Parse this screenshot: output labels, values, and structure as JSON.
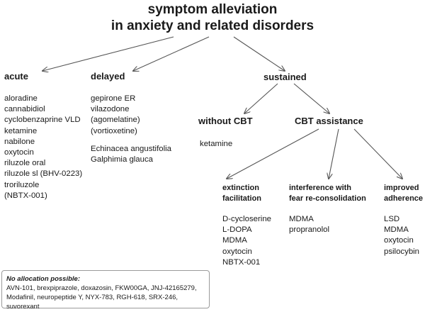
{
  "title": [
    "symptom alleviation",
    "in anxiety and related disorders"
  ],
  "acute": {
    "heading": "acute",
    "items": [
      "aloradine",
      "cannabidiol",
      "cyclobenzaprine VLD",
      "ketamine",
      "nabilone",
      "oxytocin",
      "riluzole oral",
      "riluzole sl (BHV-0223)",
      "troriluzole",
      "(NBTX-001)"
    ]
  },
  "delayed": {
    "heading": "delayed",
    "items": [
      "gepirone ER",
      "vilazodone",
      "(agomelatine)",
      "(vortioxetine)"
    ],
    "items2": [
      "Echinacea angustifolia",
      "Galphimia glauca"
    ]
  },
  "sustained": {
    "heading": "sustained"
  },
  "without_cbt": {
    "heading": "without CBT",
    "items": [
      "ketamine"
    ]
  },
  "cbt_assistance": {
    "heading": "CBT assistance"
  },
  "extinction": {
    "heading": [
      "extinction",
      "facilitation"
    ],
    "items": [
      "D-cycloserine",
      "L-DOPA",
      "MDMA",
      "oxytocin",
      "NBTX-001"
    ]
  },
  "interference": {
    "heading": [
      "interference with",
      "fear re-consolidation"
    ],
    "items": [
      "MDMA",
      "propranolol"
    ]
  },
  "adherence": {
    "heading": [
      "improved",
      "adherence"
    ],
    "items": [
      "LSD",
      "MDMA",
      "oxytocin",
      "psilocybin"
    ]
  },
  "no_allocation": {
    "title": "No allocation possible:",
    "lines": [
      "AVN-101, brexpiprazole, doxazosin, FKW00GA, JNJ-42165279,",
      "Modafinil, neuropeptide Y, NYX-783, RGH-618, SRX-246, suvorexant"
    ]
  },
  "colors": {
    "text": "#1a1a1a",
    "arrow": "#555555",
    "box_border": "#9a9a9a"
  }
}
